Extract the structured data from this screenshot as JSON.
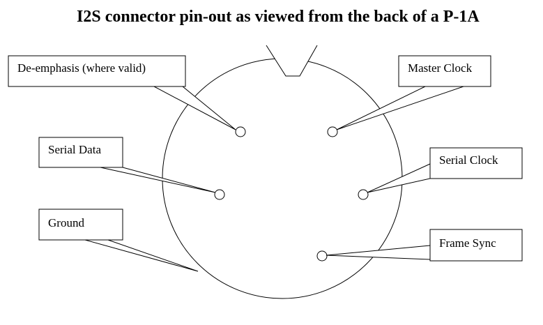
{
  "title": "I2S connector pin-out as viewed from the back of a P-1A",
  "colors": {
    "stroke": "#000000",
    "fill": "#ffffff"
  },
  "labels": {
    "de_emphasis": "De-emphasis (where valid)",
    "master_clock": "Master Clock",
    "serial_data": "Serial Data",
    "serial_clock": "Serial Clock",
    "ground": "Ground",
    "frame_sync": "Frame Sync"
  }
}
